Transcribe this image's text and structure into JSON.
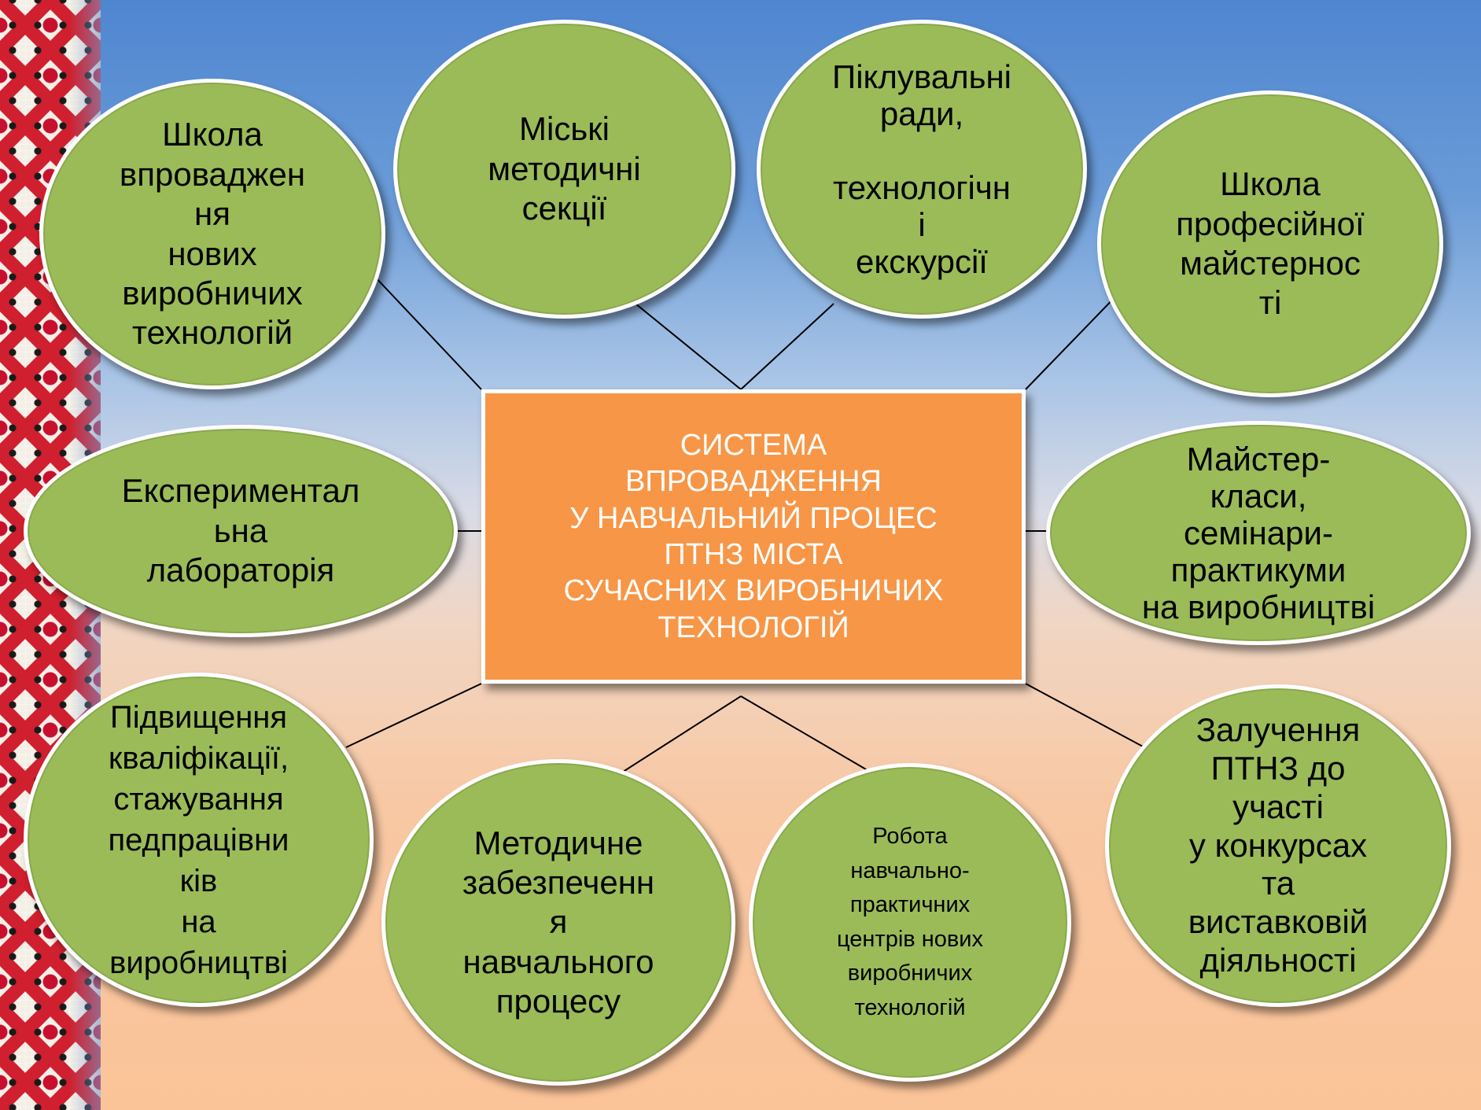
{
  "center": {
    "label": "СИСТЕМА\nВПРОВАДЖЕННЯ\nУ НАВЧАЛЬНИЙ ПРОЦЕС\nПТНЗ МІСТА\nСУЧАСНИХ ВИРОБНИЧИХ\nТЕХНОЛОГІЙ"
  },
  "nodes": {
    "school_new_tech": "Школа\nвпроваджен\nня\nнових\nвиробничих\nтехнологій",
    "city_sections": "Міські\nметодичні\nсекції",
    "boards_excursions": "Піклувальні\nради,\n\nтехнологічн\nі\nекскурсії",
    "school_mastery": "Школа\nпрофесійної\nмайстернос\nті",
    "exp_lab": "Експериментал\nьна\nлабораторія",
    "master_classes": "Майстер-\nкласи,\nсемінари-\nпрактикуми\nна виробництві",
    "qualification": "Підвищення\nкваліфікації,\nстажування\nпедпрацівни\nків\nна\nвиробництві",
    "methodical_support": "Методичне\nзабезпеченн\nя\nнавчального\nпроцесу",
    "practical_centers": "Робота\nнавчально-\nпрактичних\nцентрів нових\nвиробничих\nтехнологій",
    "contests": "Залучення\nПТНЗ  до\nучасті\nу конкурсах\nта\nвиставковій\nдіяльності"
  },
  "colors": {
    "node_fill": "#9bbb59",
    "center_fill": "#f79646",
    "center_text": "#ffffff",
    "connector": "#000000"
  }
}
